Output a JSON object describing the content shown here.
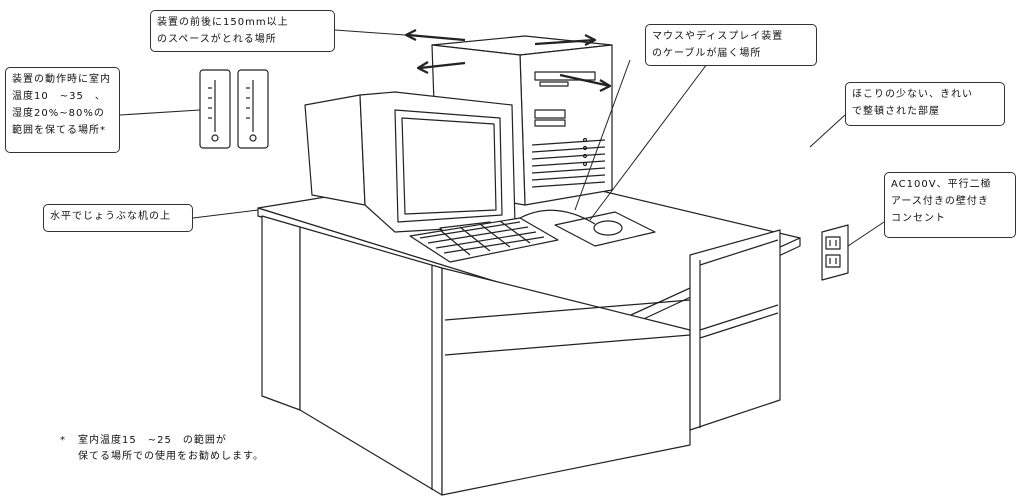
{
  "callouts": {
    "clearance": "装置の前後に150mm以上\nのスペースがとれる場所",
    "cable": "マウスやディスプレイ装置\nのケーブルが届く場所",
    "temperature": "装置の動作時に室内\n温度10　~35　、\n湿度20%~80%の\n範囲を保てる場所*",
    "room": "ほこりの少ない、きれい\nで整頓された部屋",
    "desk": "水平でじょうぶな机の上",
    "outlet": "AC100V、平行二極\nアース付きの壁付き\nコンセント"
  },
  "footnote": {
    "marker": "*",
    "line1": "室内温度15　~25　の範囲が",
    "line2": "保てる場所での使用をお勧めします。"
  },
  "colors": {
    "line": "#222222",
    "fill": "#ffffff",
    "shade": "#c8c8c8"
  }
}
